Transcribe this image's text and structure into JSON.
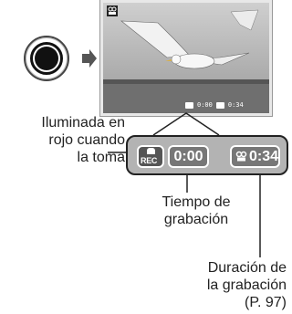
{
  "screen": {
    "elapsed_small": "0:00",
    "remaining_small": "0:34"
  },
  "panel": {
    "rec_label": "REC",
    "elapsed": "0:00",
    "remaining": "0:34"
  },
  "labels": {
    "lit_red_line1": "Iluminada en",
    "lit_red_line2": "rojo cuando",
    "lit_red_line3": "la toma",
    "record_time_line1": "Tiempo de",
    "record_time_line2": "grabación",
    "duration_line1": "Duración de",
    "duration_line2": "la grabación",
    "duration_line3": "(P. 97)"
  },
  "colors": {
    "panel_bg": "#b3b3b3",
    "rec_box": "#555555",
    "time_box": "#777777"
  }
}
